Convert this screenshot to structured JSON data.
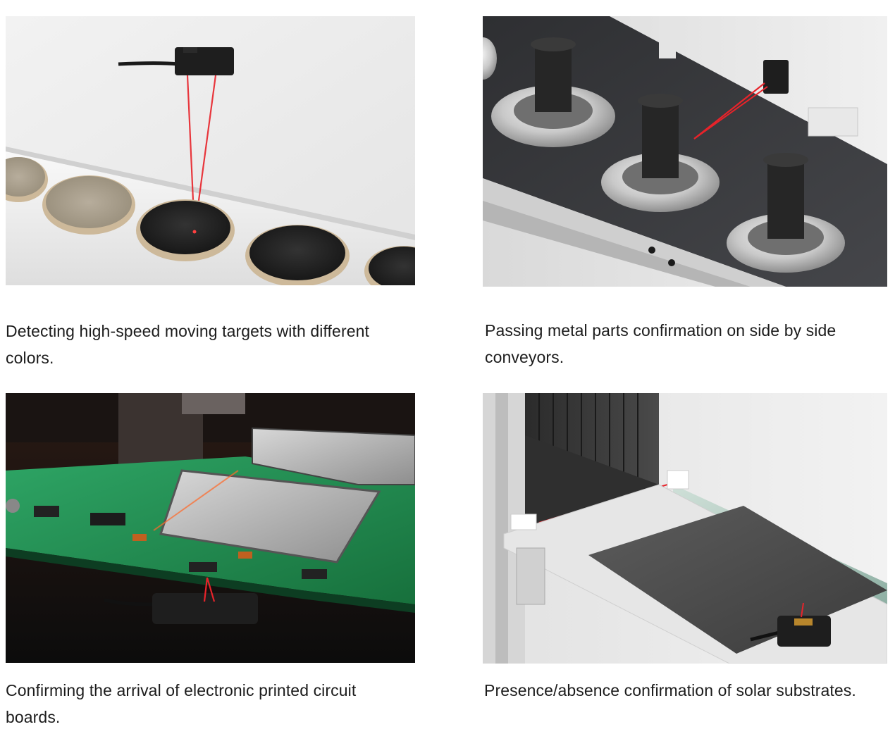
{
  "items": [
    {
      "caption": "Detecting high-speed moving targets with different colors.",
      "image": "sensor-detecting-coaster-discs-image"
    },
    {
      "caption": "Passing metal parts confirmation on side by side conveyors.",
      "image": "sensor-metal-parts-conveyor-image"
    },
    {
      "caption": "Confirming the arrival of electronic printed circuit boards.",
      "image": "sensor-pcb-arrival-image"
    },
    {
      "caption": "Presence/absence confirmation of solar substrates.",
      "image": "sensor-solar-substrate-image"
    }
  ],
  "colors": {
    "laser": "#e8232a",
    "pcb_green": "#1f8a4c",
    "conveyor_dark": "#3a3b3e",
    "sensor_black": "#1e1e1e"
  }
}
